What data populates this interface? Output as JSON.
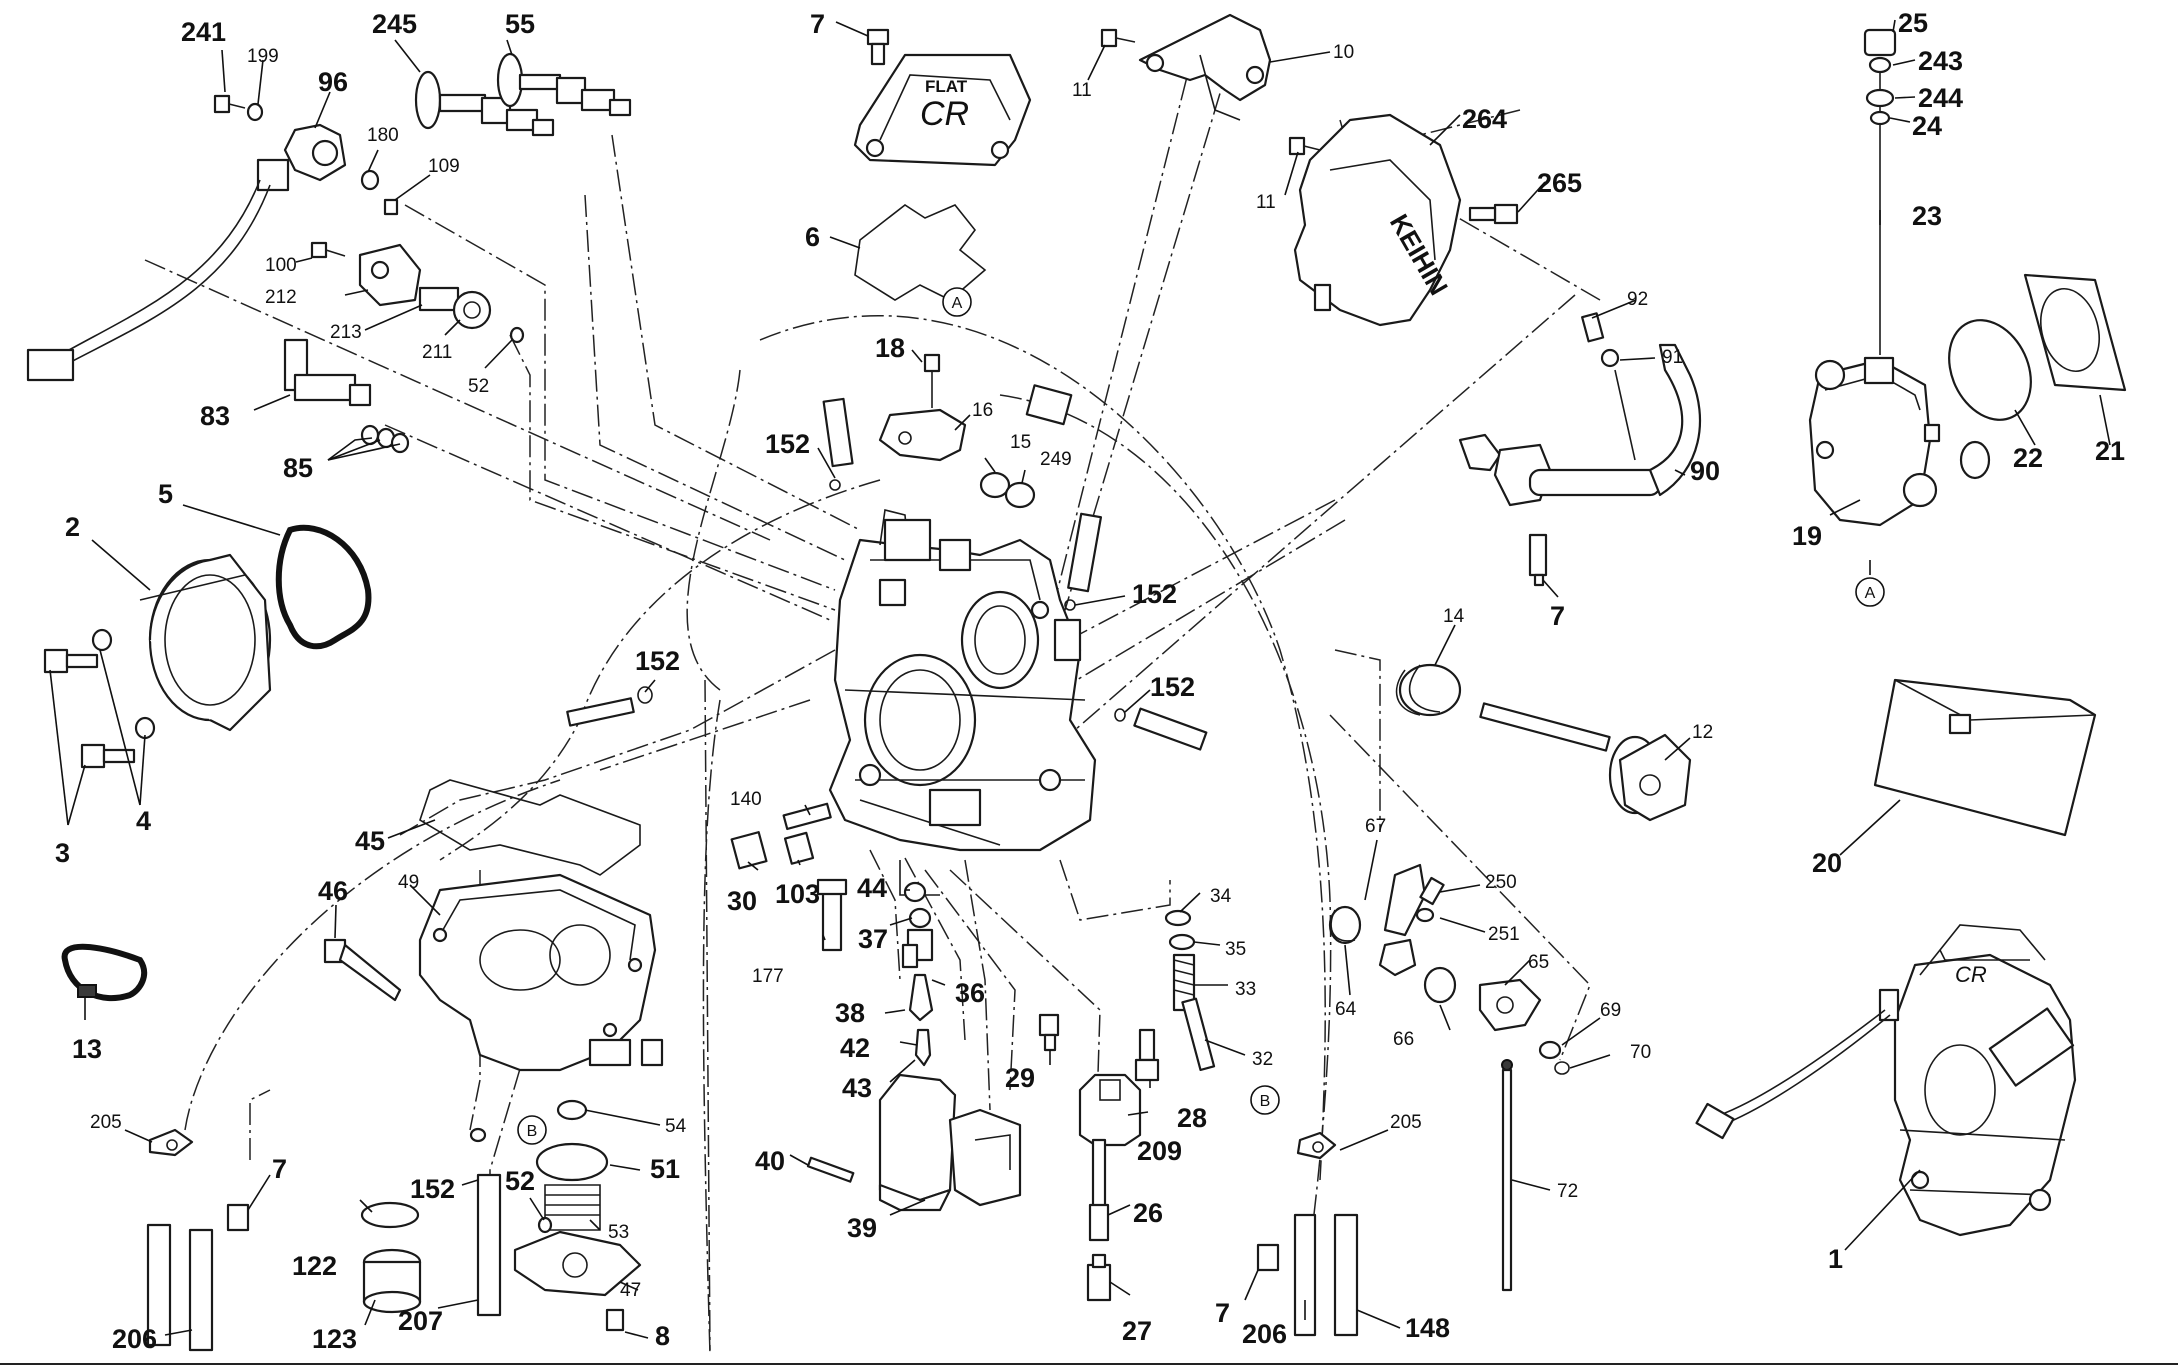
{
  "logos": {
    "top_cap_logo_line1": "FLAT",
    "top_cap_logo_line2": "CR",
    "side_cover_logo": "KEIHIN"
  },
  "reference_markers": {
    "a_top": "A",
    "a_side": "A",
    "b_left": "B",
    "b_right": "B"
  },
  "parts": {
    "p241": "241",
    "p199": "199",
    "p96": "96",
    "p245": "245",
    "p55": "55",
    "p180": "180",
    "p109": "109",
    "p100": "100",
    "p212": "212",
    "p213": "213",
    "p211": "211",
    "p52a": "52",
    "p83": "83",
    "p85": "85",
    "p2": "2",
    "p5": "5",
    "p3": "3",
    "p4": "4",
    "p152a": "152",
    "p45": "45",
    "p46": "46",
    "p49": "49",
    "p13": "13",
    "p205a": "205",
    "p7a": "7",
    "p152b": "152",
    "p52b": "52",
    "p51": "51",
    "p54": "54",
    "p53": "53",
    "p47": "47",
    "p8": "8",
    "p122": "122",
    "p123": "123",
    "p207": "207",
    "p206a": "206",
    "p7top": "7",
    "p6": "6",
    "p18": "18",
    "p16": "16",
    "p15": "15",
    "p249": "249",
    "p152c": "152",
    "p152d": "152",
    "p152e": "152",
    "p140": "140",
    "p30": "30",
    "p103": "103",
    "p44": "44",
    "p37": "37",
    "p177": "177",
    "p38": "38",
    "p36": "36",
    "p42": "42",
    "p43": "43",
    "p40": "40",
    "p39": "39",
    "p29": "29",
    "p209": "209",
    "p28": "28",
    "p26": "26",
    "p27": "27",
    "p34": "34",
    "p35": "35",
    "p33": "33",
    "p32": "32",
    "p11a": "11",
    "p10": "10",
    "p11b": "11",
    "p264": "264",
    "p265": "265",
    "p92": "92",
    "p91": "91",
    "p90": "90",
    "p7b": "7",
    "p14": "14",
    "p12": "12",
    "p67": "67",
    "p250": "250",
    "p251": "251",
    "p65": "65",
    "p64": "64",
    "p66": "66",
    "p69": "69",
    "p70": "70",
    "p72": "72",
    "p205b": "205",
    "p7c": "7",
    "p206b": "206",
    "p148": "148",
    "p25": "25",
    "p243": "243",
    "p244": "244",
    "p24": "24",
    "p23": "23",
    "p22": "22",
    "p21": "21",
    "p19": "19",
    "p20": "20",
    "p1": "1"
  }
}
